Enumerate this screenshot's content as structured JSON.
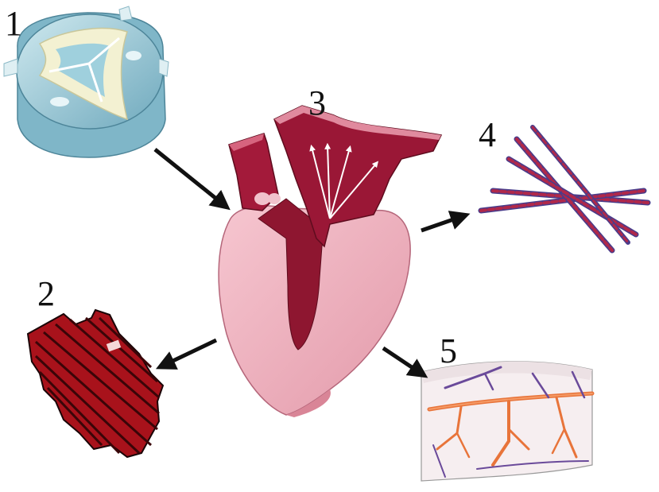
{
  "labels": {
    "valve": "1",
    "myocyte": "2",
    "heart": "3",
    "fibers": "4",
    "vessels": "5"
  },
  "colors": {
    "valve_blue": "#9fd0dd",
    "valve_leaflet": "#f3f1d2",
    "heart_pink": "#eeb3bf",
    "heart_dark": "#8e1630",
    "myocyte_red": "#a8121b",
    "fiber_red": "#b0284a",
    "fiber_blue": "#4a3c8a",
    "vessel_orange": "#e8743a",
    "vessel_purple": "#6a4a9a",
    "tissue_bg": "#f6eef0",
    "arrow": "#111111"
  },
  "icons": {
    "valve": "heart-valve-illustration",
    "myocyte": "cardiomyocyte-illustration",
    "heart": "heart-cross-section-illustration",
    "fibers": "collagen-fibers-illustration",
    "vessels": "vascular-network-illustration"
  }
}
